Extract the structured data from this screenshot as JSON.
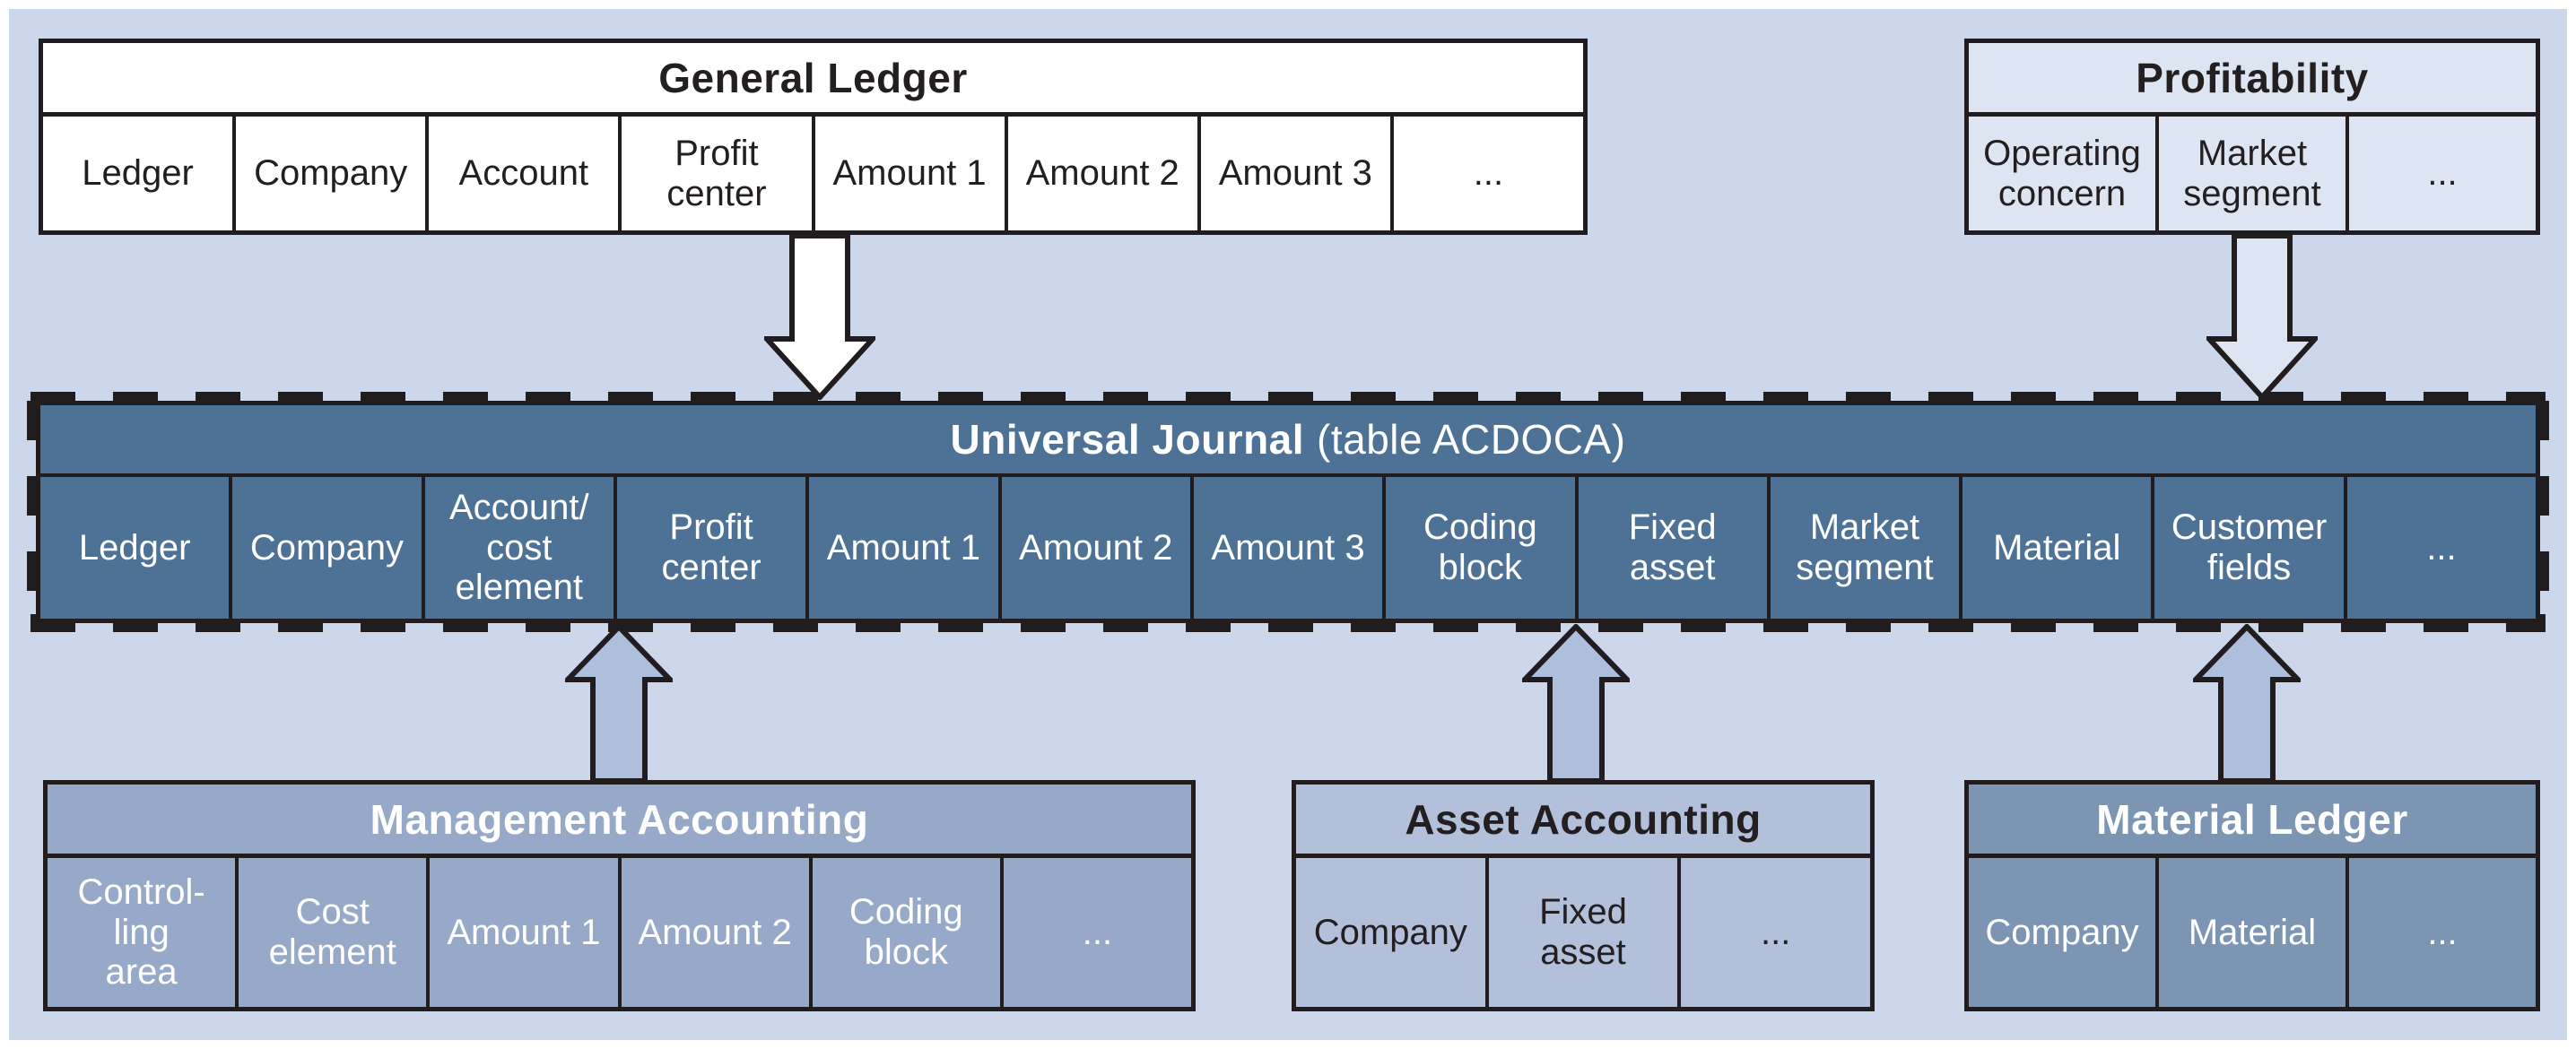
{
  "colors": {
    "canvas": "#ccd7ec",
    "frame": "#ffffff",
    "line": "#211d1e",
    "gl-bg": "#ffffff",
    "prof-bg": "#dde5f3",
    "uj-bg": "#4d7296",
    "ma-bg": "#97a9c9",
    "aa-bg": "#b3c0da",
    "ml-bg": "#7b95b3",
    "up-arrow": "#aebfdb",
    "text-dark": "#231f20",
    "text-light": "#ffffff"
  },
  "general_ledger": {
    "title": "General Ledger",
    "columns": [
      "Ledger",
      "Company",
      "Account",
      "Profit\ncenter",
      "Amount 1",
      "Amount 2",
      "Amount 3",
      "..."
    ]
  },
  "profitability": {
    "title": "Profitability",
    "columns": [
      "Operating\nconcern",
      "Market\nsegment",
      "..."
    ]
  },
  "universal_journal": {
    "title_bold": "Universal Journal",
    "title_suffix": "(table ACDOCA)",
    "columns": [
      "Ledger",
      "Company",
      "Account/\ncost\nelement",
      "Profit\ncenter",
      "Amount 1",
      "Amount 2",
      "Amount 3",
      "Coding\nblock",
      "Fixed\nasset",
      "Market\nsegment",
      "Material",
      "Customer\nfields",
      "..."
    ]
  },
  "management_accounting": {
    "title": "Management Accounting",
    "columns": [
      "Control-\nling\narea",
      "Cost\nelement",
      "Amount 1",
      "Amount 2",
      "Coding\nblock",
      "..."
    ]
  },
  "asset_accounting": {
    "title": "Asset Accounting",
    "columns": [
      "Company",
      "Fixed\nasset",
      "..."
    ]
  },
  "material_ledger": {
    "title": "Material Ledger",
    "columns": [
      "Company",
      "Material",
      "..."
    ]
  }
}
